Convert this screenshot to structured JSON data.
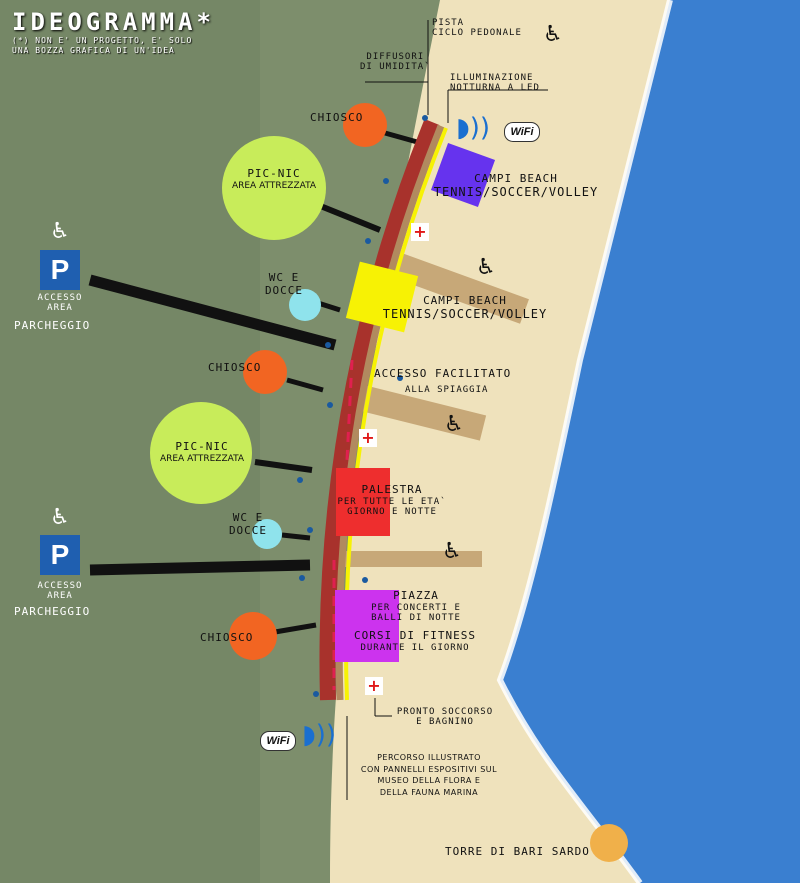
{
  "title": "IDEOGRAMMA*",
  "subtitle": [
    "(*) NON E' UN PROGETTO, E' SOLO",
    "UNA BOZZA GRAFICA DI UN'IDEA"
  ],
  "colors": {
    "sea": "#3a7fd0",
    "sand": "#efe2bc",
    "vegetation": "#7d8e6c",
    "chiosco": "#f26522",
    "picnic": "#c8ec5a",
    "wc": "#8fe3ec",
    "campi_beach_1": "#6633ee",
    "campi_beach_2": "#f7f204",
    "palestra": "#ee2e2e",
    "piazza": "#cc33ee",
    "torre": "#f0b04a",
    "parking": "#1f5fb0"
  },
  "icons": [
    "wheelchair-icon",
    "parking-icon",
    "wifi-icon",
    "first-aid-cross-icon"
  ],
  "labels": {
    "pista": [
      "PISTA",
      "CICLO PEDONALE"
    ],
    "diffusori": [
      "DIFFUSORI",
      "DI UMIDITA`"
    ],
    "illuminazione": [
      "ILLUMINAZIONE",
      "NOTTURNA A LED"
    ],
    "chiosco": "CHIOSCO",
    "picnic_title": "PIC-NIC",
    "picnic_sub": "AREA ATTREZZATA",
    "campi_beach": "CAMPI BEACH",
    "campi_sports": "TENNIS/SOCCER/VOLLEY",
    "accesso_area": [
      "ACCESSO",
      "AREA"
    ],
    "parcheggio": "PARCHEGGIO",
    "wc": [
      "WC E",
      "DOCCE"
    ],
    "accesso_facilitato": "ACCESSO FACILITATO",
    "alla_spiaggia": "ALLA SPIAGGIA",
    "palestra": "PALESTRA",
    "palestra_sub": [
      "PER TUTTE LE ETA`",
      "GIORNO E NOTTE"
    ],
    "piazza": "PIAZZA",
    "piazza_sub": [
      "PER CONCERTI E",
      "BALLI DI NOTTE"
    ],
    "corsi": "CORSI DI FITNESS",
    "corsi_sub": "DURANTE IL GIORNO",
    "pronto": [
      "PRONTO SOCCORSO",
      "E BAGNINO"
    ],
    "percorso": [
      "PERCORSO ILLUSTRATO",
      "CON PANNELLI ESPOSITIVI SUL",
      "MUSEO DELLA FLORA E",
      "DELLA FAUNA MARINA"
    ],
    "torre": "TORRE DI BARI SARDO",
    "parking_letter": "P",
    "wifi": "WiFi",
    "cross": "+"
  }
}
